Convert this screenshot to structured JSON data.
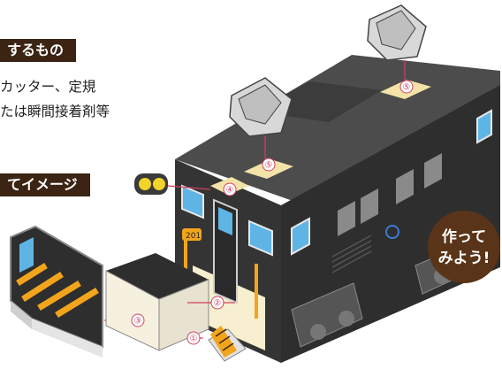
{
  "materials": {
    "heading": "するもの",
    "line1": "カッター、定規",
    "line2": "たは瞬間接着剤等"
  },
  "assembly": {
    "heading": "てイメージ"
  },
  "badge": {
    "line1": "作って",
    "line2": "みよう!"
  },
  "part_numbers": {
    "n1": "①",
    "n2": "②",
    "n3": "③",
    "n4": "④",
    "n5a": "⑤",
    "n5b": "⑤"
  },
  "plate_number": "201",
  "colors": {
    "body": "#2e2e2e",
    "roof": "#4a4a4a",
    "window": "#5fb4e6",
    "accent_orange": "#f2a51c",
    "badge": "#5a3418",
    "label_bar": "#3b2414",
    "leader": "#d04060"
  }
}
